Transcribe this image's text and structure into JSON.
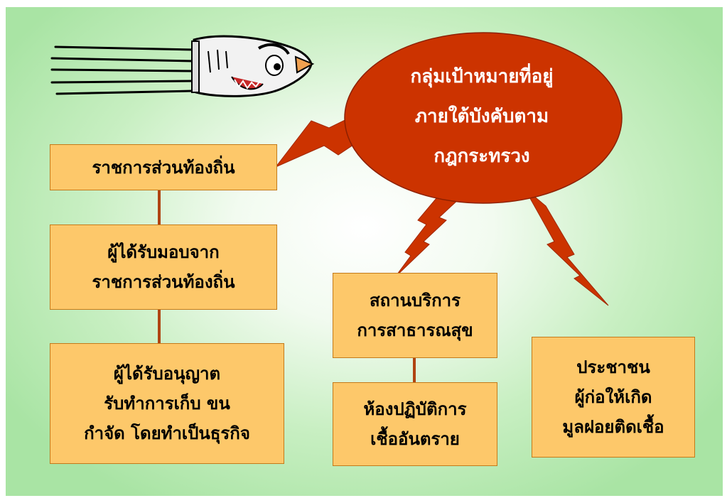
{
  "colors": {
    "background": "#b3e6ad",
    "box_fill": "#fdc86a",
    "box_border": "#c47a1a",
    "bubble": "#cc3300",
    "connector": "#b04412"
  },
  "bubble": {
    "lines": [
      "กลุ่มเป้าหมายที่อยู่",
      "ภายใต้บังคับตาม",
      "กฎกระทรวง"
    ]
  },
  "boxes": {
    "local_gov": {
      "lines": [
        "ราชการส่วนท้องถิ่น"
      ]
    },
    "delegated": {
      "lines": [
        "ผู้ได้รับมอบจาก",
        "ราชการส่วนท้องถิ่น"
      ]
    },
    "licensed": {
      "lines": [
        "ผู้ได้รับอนุญาต",
        "รับทำการเก็บ ขน",
        "กำจัด โดยทำเป็นธุรกิจ"
      ]
    },
    "health_facility": {
      "lines": [
        "สถานบริการ",
        "การสาธารณสุข"
      ]
    },
    "lab": {
      "lines": [
        "ห้องปฏิบัติการ",
        "เชื้ออันตราย"
      ]
    },
    "public": {
      "lines": [
        "ประชาชน",
        "ผู้ก่อให้เกิด",
        "มูลฝอยติดเชื้อ"
      ]
    }
  },
  "icons": {
    "mascot": "rocket-bird-icon"
  }
}
